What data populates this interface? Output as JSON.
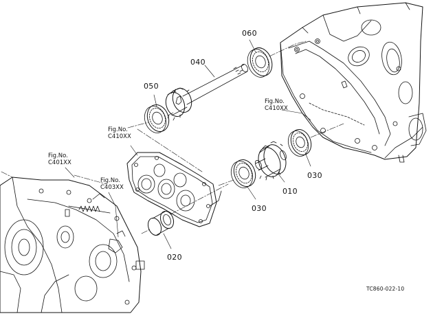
{
  "parts": {
    "p060": "060",
    "p040": "040",
    "p050": "050",
    "p010": "010",
    "p030a": "030",
    "p030b": "030",
    "p020": "020"
  },
  "fig_refs": {
    "upper_right": {
      "prefix": "Fig.No.",
      "code": "C410XX"
    },
    "center": {
      "prefix": "Fig.No.",
      "code": "C410XX"
    },
    "left": {
      "prefix": "Fig.No.",
      "code": "C401XX"
    },
    "lower_left": {
      "prefix": "Fig.No.",
      "code": "C403XX"
    }
  },
  "drawing_code": "TC860-022-10"
}
